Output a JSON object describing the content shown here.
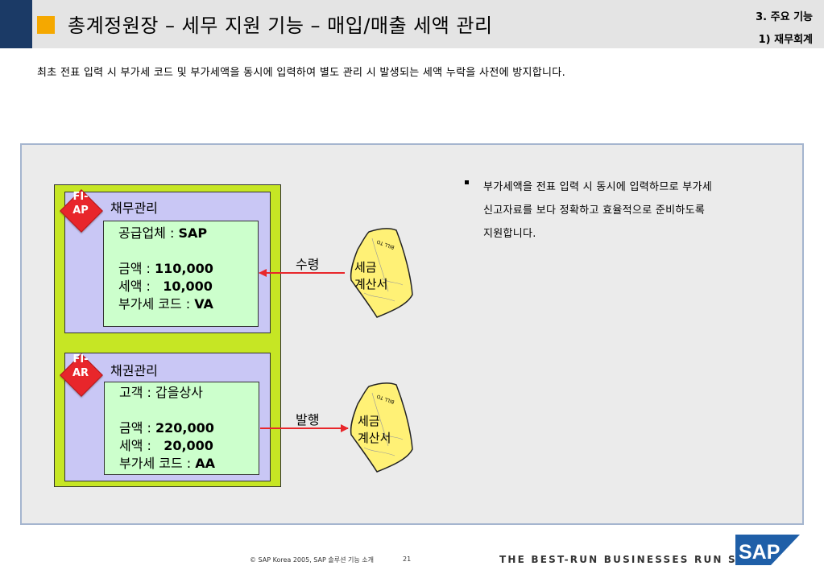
{
  "header": {
    "title": "총계정원장 – 세무 지원 기능 – 매입/매출 세액 관리",
    "section_number": "3. 주요 기능",
    "section_sub": "1) 재무회계"
  },
  "description": "최초 전표 입력 시 부가세 코드 및 부가세액을 동시에 입력하여 별도 관리 시 발생되는 세액 누락을 사전에 방지합니다.",
  "modules": [
    {
      "badge_line1": "FI-",
      "badge_line2": "AP",
      "title": "채무관리",
      "party_label": "공급업체 : ",
      "party_value": "SAP",
      "amount_label": "금액 : ",
      "amount_value": "110,000",
      "tax_label": "세액 :   ",
      "tax_value": "10,000",
      "code_label": "부가세 코드 : ",
      "code_value": "VA",
      "arrow_label": "수령",
      "doc_line1": "세금",
      "doc_line2": "계산서",
      "doc_tag": "BILL TO"
    },
    {
      "badge_line1": "FI-",
      "badge_line2": "AR",
      "title": "채권관리",
      "party_label": "고객 : ",
      "party_value": "갑을상사",
      "amount_label": "금액 : ",
      "amount_value": "220,000",
      "tax_label": "세액 :   ",
      "tax_value": "20,000",
      "code_label": "부가세 코드 : ",
      "code_value": "AA",
      "arrow_label": "발행",
      "doc_line1": "세금",
      "doc_line2": "계산서",
      "doc_tag": "BILL TO"
    }
  ],
  "bullet": {
    "lines": [
      "부가세액을 전표 입력 시 동시에 입력하므로 부가세",
      "신고자료를 보다 정확하고 효율적으로 준비하도록",
      "지원합니다."
    ]
  },
  "footer": {
    "copyright": "©  SAP Korea 2005, SAP 솔루션 기능 소개",
    "page": "21",
    "tagline": "THE BEST-RUN BUSINESSES RUN SAP",
    "logo_text": "SAP"
  },
  "colors": {
    "navy": "#1b3a66",
    "orange": "#f5a800",
    "green_box": "#c6e624",
    "lavender": "#c9c7f5",
    "card_green": "#ccffcc",
    "badge_red": "#e8262b",
    "arrow_red": "#e8262b",
    "doc_yellow": "#fff176"
  }
}
